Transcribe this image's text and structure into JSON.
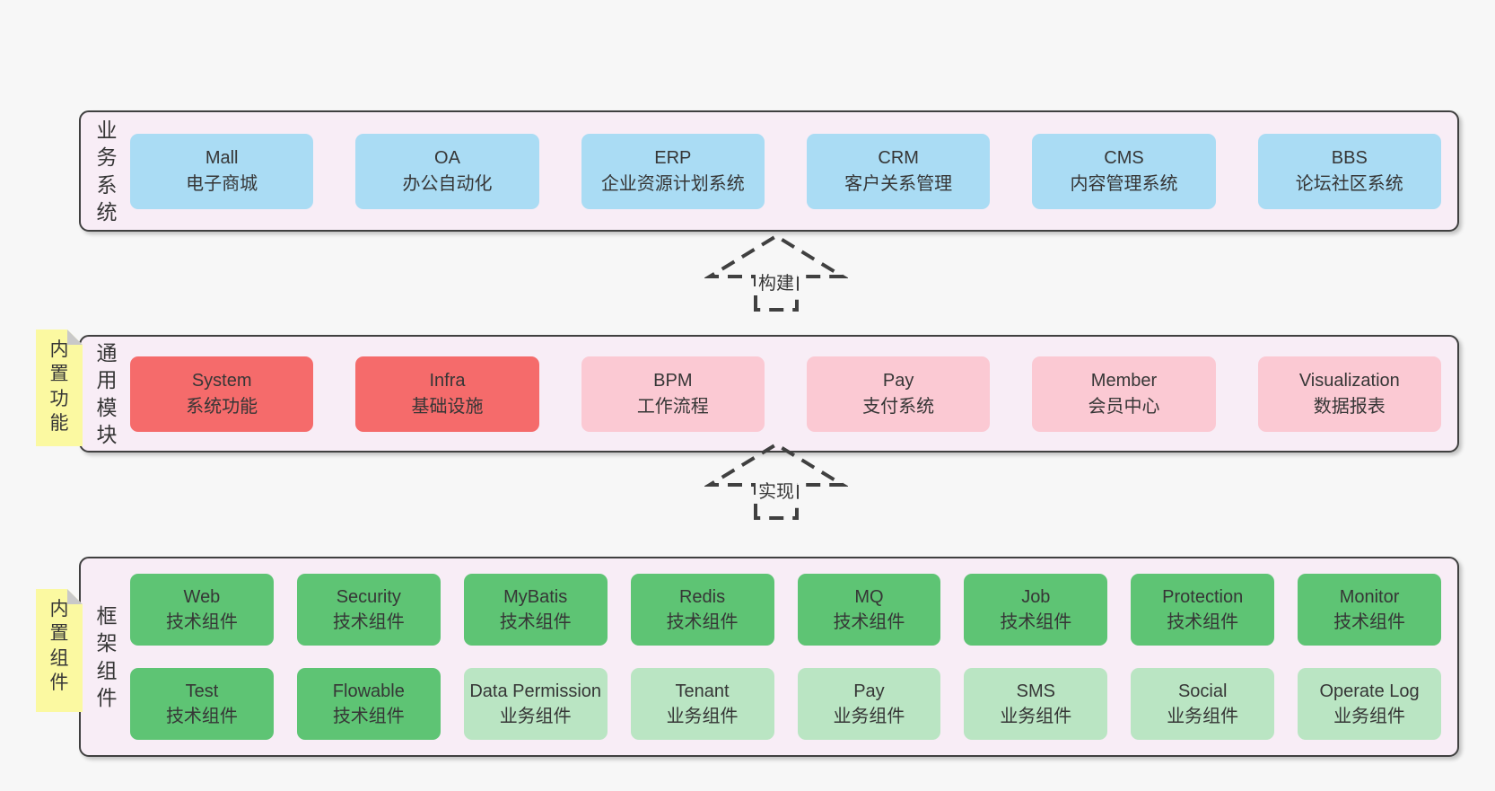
{
  "colors": {
    "blue": "#aadcf4",
    "red": "#f56b6b",
    "pink": "#fbc9d3",
    "green": "#5ec474",
    "lightgreen": "#bae5c3",
    "container_bg": "#f8edf6",
    "note_yellow": "#fbf9a1",
    "border": "#404040"
  },
  "layers": {
    "business": {
      "label": "业务系统",
      "boxes": [
        {
          "title": "Mall",
          "subtitle": "电子商城",
          "variant": "blue"
        },
        {
          "title": "OA",
          "subtitle": "办公自动化",
          "variant": "blue"
        },
        {
          "title": "ERP",
          "subtitle": "企业资源计划系统",
          "variant": "blue"
        },
        {
          "title": "CRM",
          "subtitle": "客户关系管理",
          "variant": "blue"
        },
        {
          "title": "CMS",
          "subtitle": "内容管理系统",
          "variant": "blue"
        },
        {
          "title": "BBS",
          "subtitle": "论坛社区系统",
          "variant": "blue"
        }
      ]
    },
    "modules": {
      "note": "内置功能",
      "label": "通用模块",
      "boxes": [
        {
          "title": "System",
          "subtitle": "系统功能",
          "variant": "red"
        },
        {
          "title": "Infra",
          "subtitle": "基础设施",
          "variant": "red"
        },
        {
          "title": "BPM",
          "subtitle": "工作流程",
          "variant": "pink"
        },
        {
          "title": "Pay",
          "subtitle": "支付系统",
          "variant": "pink"
        },
        {
          "title": "Member",
          "subtitle": "会员中心",
          "variant": "pink"
        },
        {
          "title": "Visualization",
          "subtitle": "数据报表",
          "variant": "pink"
        }
      ]
    },
    "components": {
      "note": "内置组件",
      "label": "框架组件",
      "rows": [
        [
          {
            "title": "Web",
            "subtitle": "技术组件",
            "variant": "green"
          },
          {
            "title": "Security",
            "subtitle": "技术组件",
            "variant": "green"
          },
          {
            "title": "MyBatis",
            "subtitle": "技术组件",
            "variant": "green"
          },
          {
            "title": "Redis",
            "subtitle": "技术组件",
            "variant": "green"
          },
          {
            "title": "MQ",
            "subtitle": "技术组件",
            "variant": "green"
          },
          {
            "title": "Job",
            "subtitle": "技术组件",
            "variant": "green"
          },
          {
            "title": "Protection",
            "subtitle": "技术组件",
            "variant": "green"
          },
          {
            "title": "Monitor",
            "subtitle": "技术组件",
            "variant": "green"
          }
        ],
        [
          {
            "title": "Test",
            "subtitle": "技术组件",
            "variant": "green"
          },
          {
            "title": "Flowable",
            "subtitle": "技术组件",
            "variant": "green"
          },
          {
            "title": "Data Permission",
            "subtitle": "业务组件",
            "variant": "lightgreen"
          },
          {
            "title": "Tenant",
            "subtitle": "业务组件",
            "variant": "lightgreen"
          },
          {
            "title": "Pay",
            "subtitle": "业务组件",
            "variant": "lightgreen"
          },
          {
            "title": "SMS",
            "subtitle": "业务组件",
            "variant": "lightgreen"
          },
          {
            "title": "Social",
            "subtitle": "业务组件",
            "variant": "lightgreen"
          },
          {
            "title": "Operate Log",
            "subtitle": "业务组件",
            "variant": "lightgreen"
          }
        ]
      ]
    }
  },
  "arrows": [
    {
      "label": "构建"
    },
    {
      "label": "实现"
    }
  ]
}
